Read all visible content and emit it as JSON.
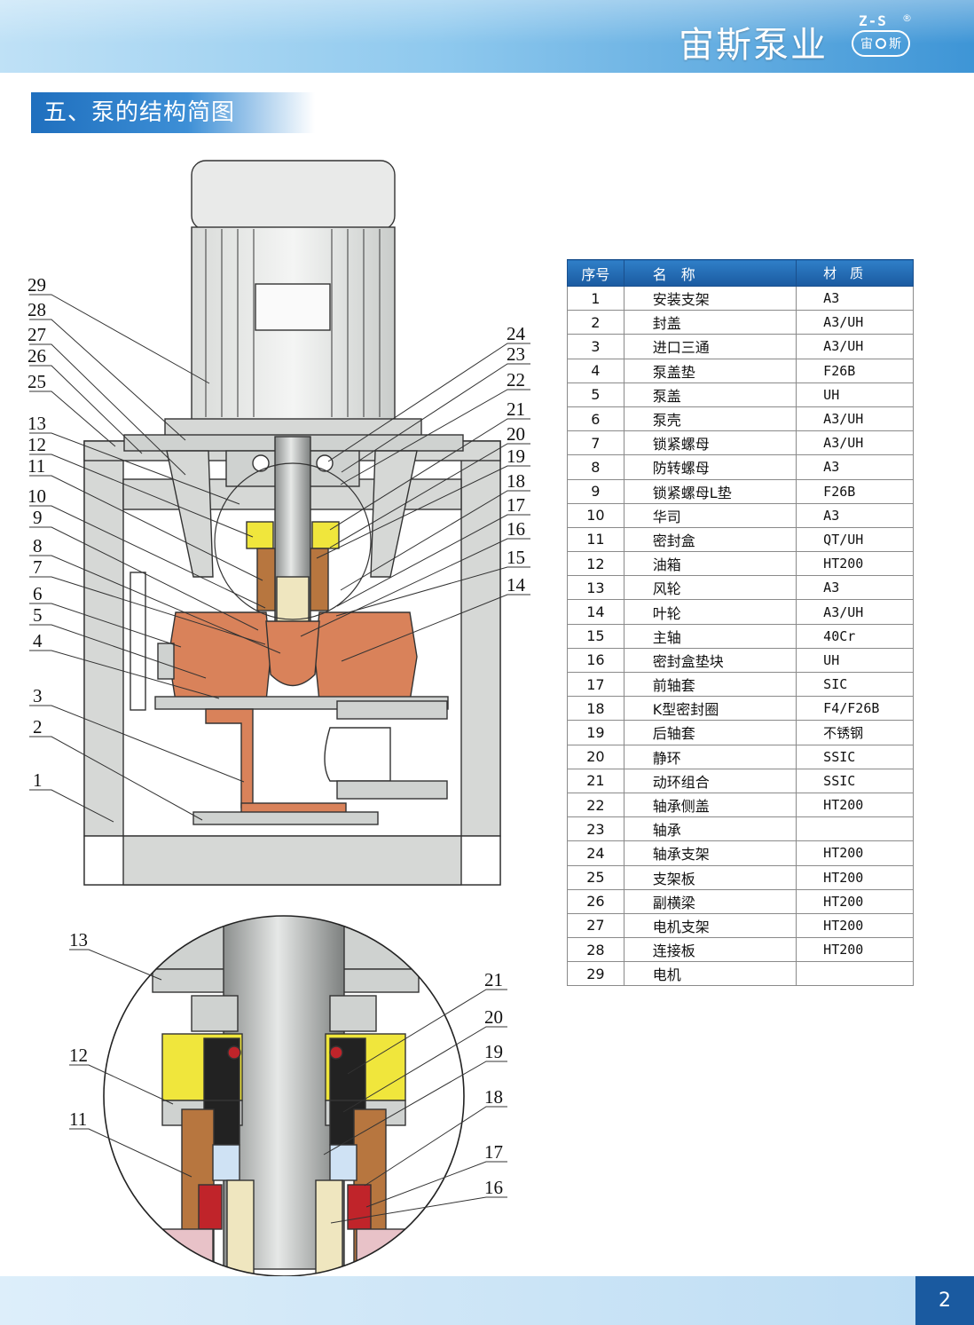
{
  "header": {
    "brand": "宙斯泵业",
    "logo_top": "Z-S",
    "logo_left": "宙",
    "logo_right": "斯",
    "logo_reg": "®"
  },
  "section": {
    "title": "五、泵的结构简图"
  },
  "table": {
    "headers": [
      "序号",
      "名　称",
      "材　质"
    ],
    "rows": [
      [
        "1",
        "安装支架",
        "A3"
      ],
      [
        "2",
        "封盖",
        "A3/UH"
      ],
      [
        "3",
        "进口三通",
        "A3/UH"
      ],
      [
        "4",
        "泵盖垫",
        "F26B"
      ],
      [
        "5",
        "泵盖",
        "UH"
      ],
      [
        "6",
        "泵壳",
        "A3/UH"
      ],
      [
        "7",
        "锁紧螺母",
        "A3/UH"
      ],
      [
        "8",
        "防转螺母",
        "A3"
      ],
      [
        "9",
        "锁紧螺母L垫",
        "F26B"
      ],
      [
        "10",
        "华司",
        "A3"
      ],
      [
        "11",
        "密封盒",
        "QT/UH"
      ],
      [
        "12",
        "油箱",
        "HT200"
      ],
      [
        "13",
        "风轮",
        "A3"
      ],
      [
        "14",
        "叶轮",
        "A3/UH"
      ],
      [
        "15",
        "主轴",
        "40Cr"
      ],
      [
        "16",
        "密封盒垫块",
        "UH"
      ],
      [
        "17",
        "前轴套",
        "SIC"
      ],
      [
        "18",
        "K型密封圈",
        "F4/F26B"
      ],
      [
        "19",
        "后轴套",
        "不锈钢"
      ],
      [
        "20",
        "静环",
        "SSIC"
      ],
      [
        "21",
        "动环组合",
        "SSIC"
      ],
      [
        "22",
        "轴承侧盖",
        "HT200"
      ],
      [
        "23",
        "轴承",
        ""
      ],
      [
        "24",
        "轴承支架",
        "HT200"
      ],
      [
        "25",
        "支架板",
        "HT200"
      ],
      [
        "26",
        "副横梁",
        "HT200"
      ],
      [
        "27",
        "电机支架",
        "HT200"
      ],
      [
        "28",
        "连接板",
        "HT200"
      ],
      [
        "29",
        "电机",
        ""
      ]
    ]
  },
  "callouts_main_left": [
    "29",
    "28",
    "27",
    "26",
    "25",
    "13",
    "12",
    "11",
    "10",
    "9",
    "8",
    "7",
    "6",
    "5",
    "4",
    "3",
    "2",
    "1"
  ],
  "callouts_main_right": [
    "24",
    "23",
    "22",
    "21",
    "20",
    "19",
    "18",
    "17",
    "16",
    "15",
    "14"
  ],
  "callouts_detail_left": [
    "13",
    "12",
    "11"
  ],
  "callouts_detail_right": [
    "21",
    "20",
    "19",
    "18",
    "17",
    "16"
  ],
  "footer": {
    "page": "2"
  },
  "colors": {
    "accent": "#1a5aa0",
    "casing": "#d9825a",
    "grey_metal": "#cfd2d0",
    "seal_yellow": "#f0e63c"
  }
}
